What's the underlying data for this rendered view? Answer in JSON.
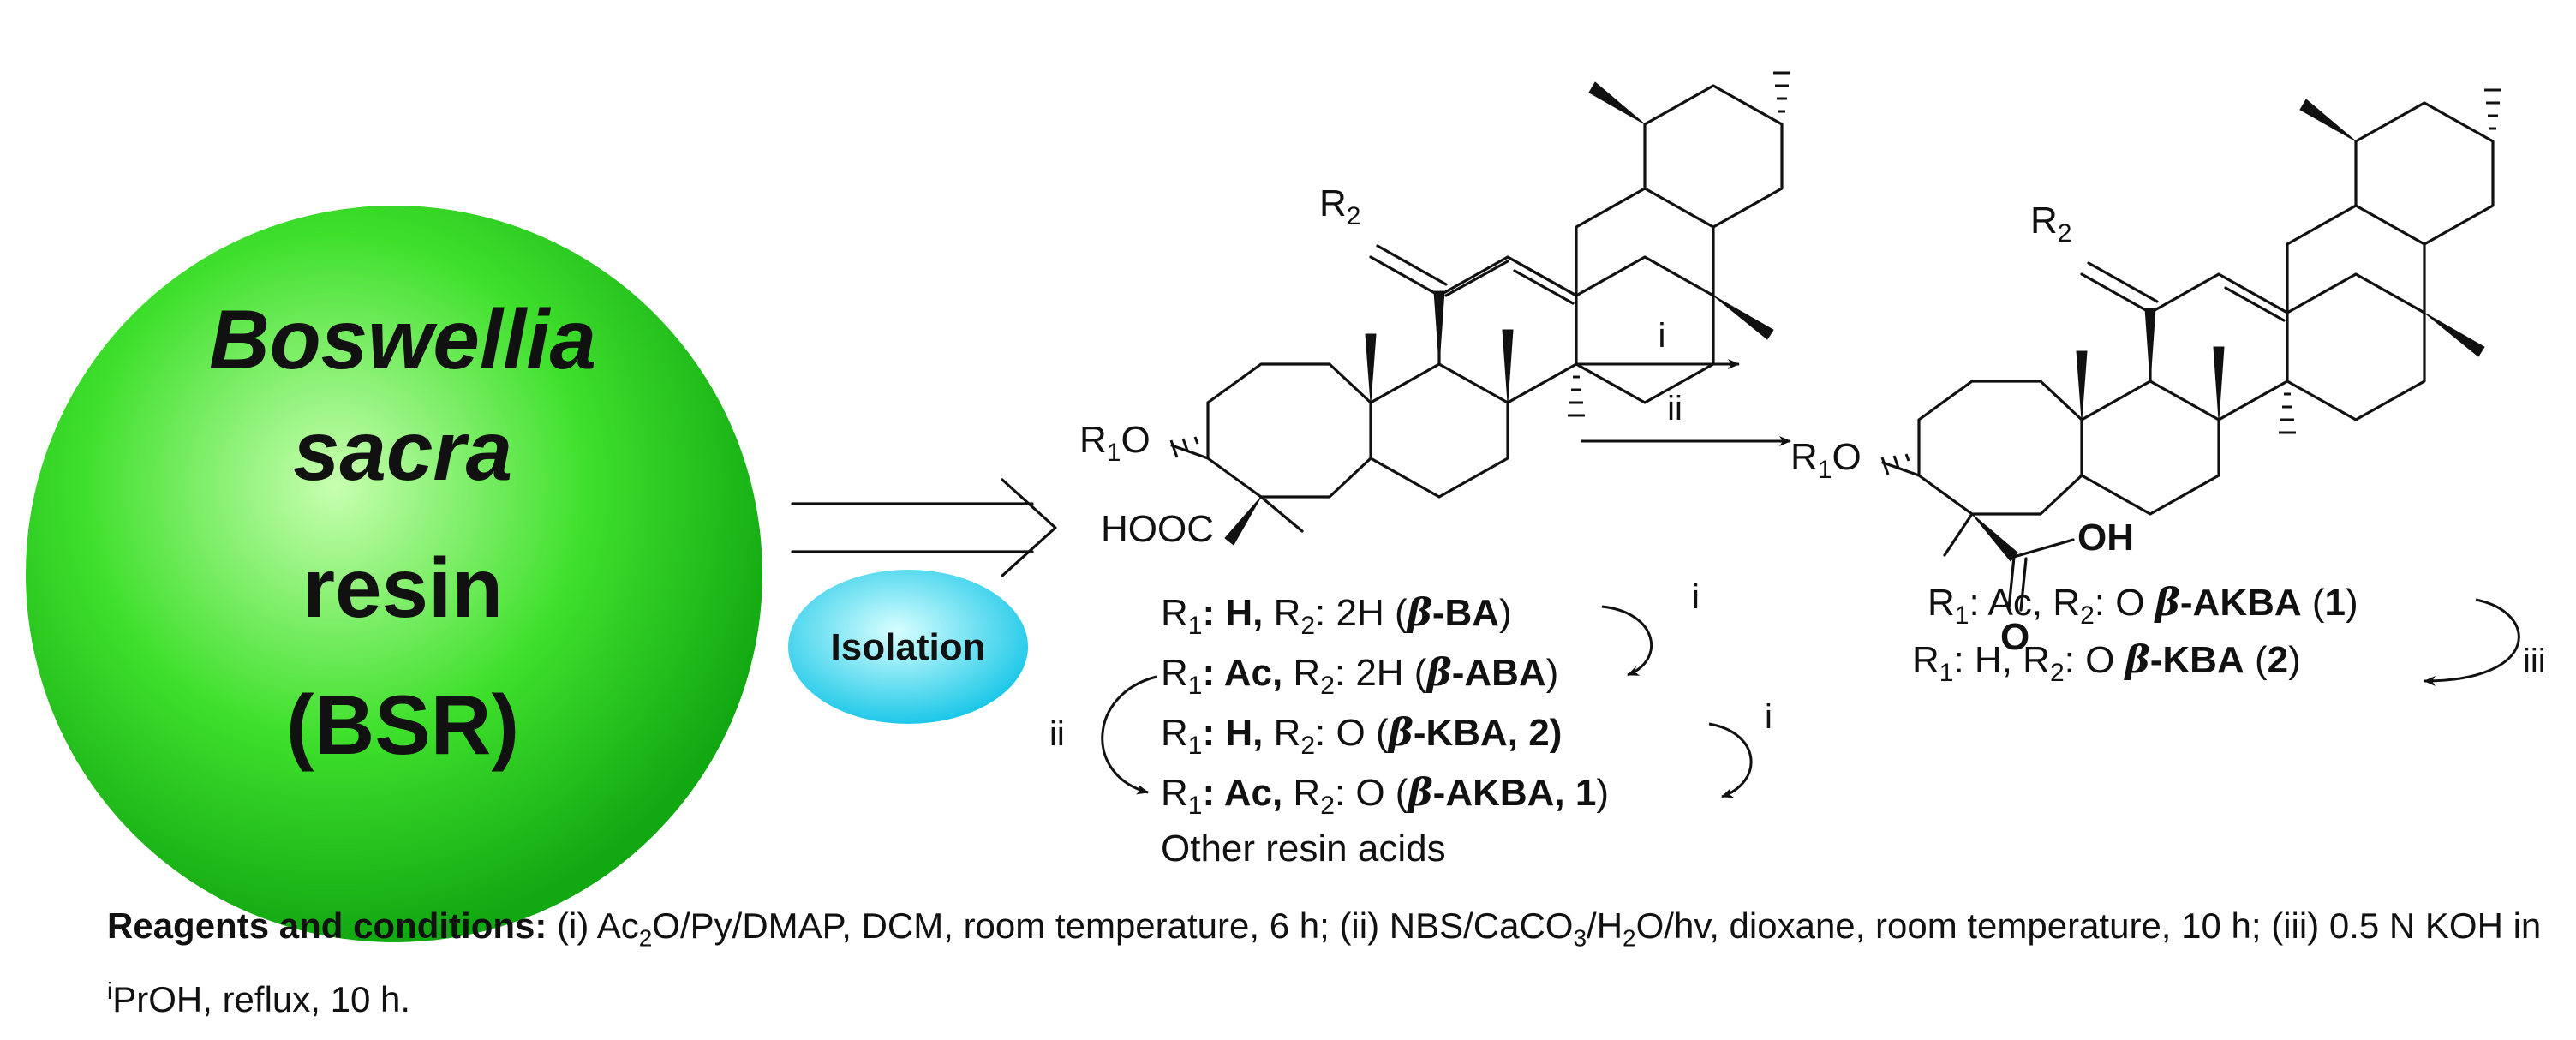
{
  "source": {
    "line1": "Boswellia",
    "line2": "sacra",
    "line3": "resin",
    "line4": "(BSR)",
    "color_center": "#c8ffb0",
    "color_edge": "#12a812"
  },
  "isolation": {
    "label": "Isolation",
    "color_center": "#d8ffff",
    "color_edge": "#1ec8e8"
  },
  "structure_left": {
    "r2_label": "R",
    "r2_sub": "2",
    "r1_label": "R",
    "r1_sub": "1",
    "o_label": "O",
    "cooh_label": "HOOC"
  },
  "structure_right": {
    "r2_label": "R",
    "r2_sub": "2",
    "r1_label": "R",
    "r1_sub": "1",
    "o_label": "O",
    "oh_label": "OH",
    "carbonyl_label": "O"
  },
  "reaction_arrows": [
    {
      "label": "i"
    },
    {
      "label": "ii"
    }
  ],
  "compounds_left": [
    {
      "r1": "R",
      "r1_sub": "1",
      "r1_val": ": H, ",
      "r2": "R",
      "r2_sub": "2",
      "r2_val": ": 2H (",
      "beta": "β",
      "name": "-BA",
      "close": ")"
    },
    {
      "r1": "R",
      "r1_sub": "1",
      "r1_val": ": Ac, ",
      "r2": "R",
      "r2_sub": "2",
      "r2_val": ": 2H (",
      "beta": "β",
      "name": "-ABA",
      "close": ")"
    },
    {
      "r1": "R",
      "r1_sub": "1",
      "r1_val": ": H, ",
      "r2": "R",
      "r2_sub": "2",
      "r2_val": ": O (",
      "beta": "β",
      "name": "-KBA, 2)",
      "close": ""
    },
    {
      "r1": "R",
      "r1_sub": "1",
      "r1_val": ": Ac, ",
      "r2": "R",
      "r2_sub": "2",
      "r2_val": ": O (",
      "beta": "β",
      "name": "-AKBA, 1",
      "close": ")"
    }
  ],
  "other_acids": "Other resin acids",
  "curved_labels": {
    "left_i_top": "i",
    "left_ii": "ii",
    "left_i_bottom": "i",
    "right_iii": "iii"
  },
  "compounds_right": [
    {
      "r1": "R",
      "r1_sub": "1",
      "r1_val": ": Ac, ",
      "r2": "R",
      "r2_sub": "2",
      "r2_val": ": O ",
      "beta": "β",
      "name": "-AKBA",
      "num_open": " (",
      "num": "1",
      "num_close": ")"
    },
    {
      "r1": "R",
      "r1_sub": "1",
      "r1_val": ": H, ",
      "r2": "R",
      "r2_sub": "2",
      "r2_val": ": O  ",
      "beta": "β",
      "name": "-KBA",
      "num_open": " (",
      "num": "2",
      "num_close": ")"
    }
  ],
  "footnote": {
    "bold": "Reagents and conditions:",
    "p1": " (i) Ac",
    "p1_sub": "2",
    "p2": "O/Py/DMAP,  DCM, room temperature, 6 h; (ii) NBS/CaCO",
    "p2_sub": "3",
    "p3": "/H",
    "p3_sub": "2",
    "p4": "O/hv, dioxane, room temperature, 10 h; (iii) 0.5 N KOH in ",
    "p4_sup": "i",
    "p5": "PrOH, reflux, 10 h."
  }
}
